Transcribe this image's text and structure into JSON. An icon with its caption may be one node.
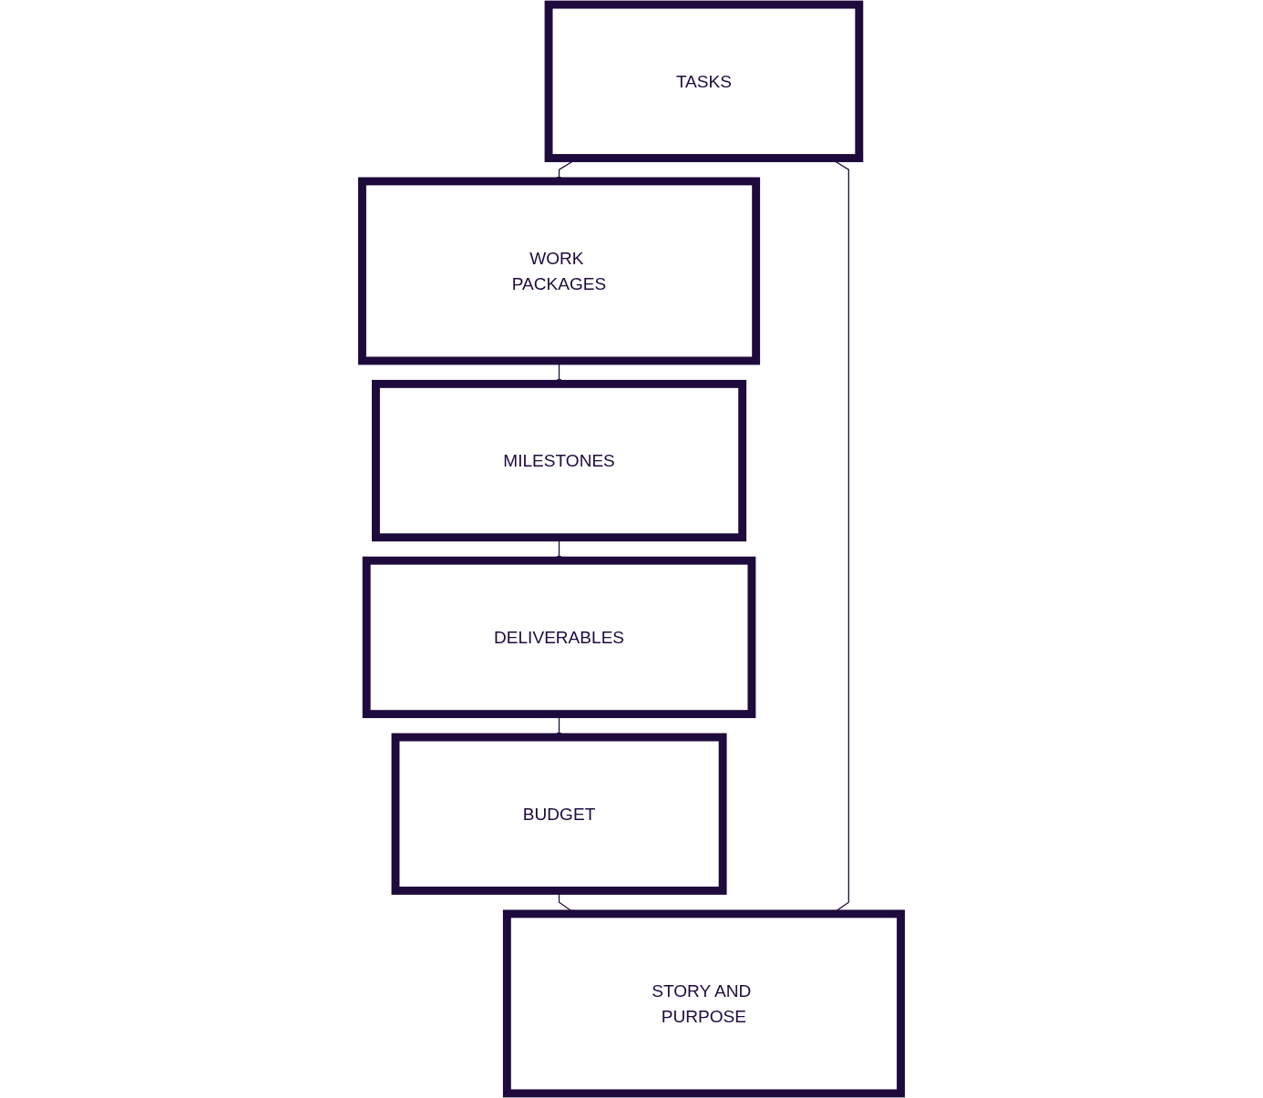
{
  "diagram": {
    "nodes": [
      {
        "text": [
          "TASKS"
        ]
      },
      {
        "text": [
          "WORK PACKAGES"
        ]
      },
      {
        "text": [
          "STORY AND PURPOSE"
        ]
      },
      {
        "text": [
          "MILESTONES"
        ]
      },
      {
        "text": [
          "BUDGET"
        ]
      },
      {
        "text": [
          "DELIVERABLES"
        ]
      }
    ],
    "edges": [
      {
        "from": 0,
        "to": 1,
        "arrow": "to"
      },
      {
        "from": 1,
        "to": 3,
        "arrow": "to"
      },
      {
        "from": 3,
        "to": 5,
        "arrow": "to"
      },
      {
        "from": 5,
        "to": 4,
        "arrow": "to"
      },
      {
        "from": 4,
        "to": 2,
        "arrow": "to"
      },
      {
        "from": 2,
        "to": 0,
        "arrow": "to"
      }
    ]
  }
}
